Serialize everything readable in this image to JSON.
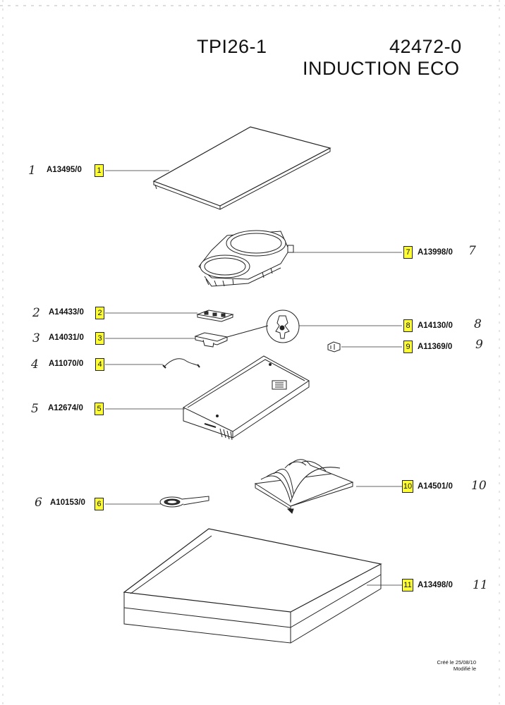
{
  "header": {
    "model": "TPI26-1",
    "code": "42472-0",
    "name": "INDUCTION ECO"
  },
  "parts": [
    {
      "ref": "1",
      "part": "A13495/0",
      "hand": "1"
    },
    {
      "ref": "2",
      "part": "A14433/0",
      "hand": "2"
    },
    {
      "ref": "3",
      "part": "A14031/0",
      "hand": "3"
    },
    {
      "ref": "4",
      "part": "A11070/0",
      "hand": "4"
    },
    {
      "ref": "5",
      "part": "A12674/0",
      "hand": "5"
    },
    {
      "ref": "6",
      "part": "A10153/0",
      "hand": "6"
    },
    {
      "ref": "7",
      "part": "A13998/0",
      "hand": "7"
    },
    {
      "ref": "8",
      "part": "A14130/0",
      "hand": "8"
    },
    {
      "ref": "9",
      "part": "A11369/0",
      "hand": "9"
    },
    {
      "ref": "10",
      "part": "A14501/0",
      "hand": "10"
    },
    {
      "ref": "11",
      "part": "A13498/0",
      "hand": "11"
    }
  ],
  "footer": {
    "created": "Créé le 25/08/10",
    "modified": "Modifié le"
  }
}
